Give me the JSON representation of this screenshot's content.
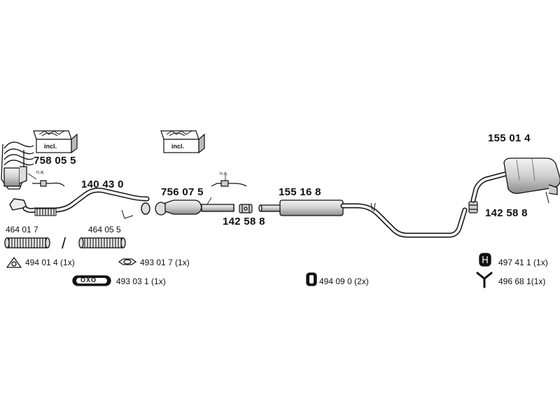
{
  "parts": {
    "manifold_kit": "758 05 5",
    "front_pipe": "140 43 0",
    "catalyst_kit": "756 07 5",
    "catalyst_clamp": "142 58 8",
    "middle_silencer": "155 16 8",
    "rear_silencer": "155 01 4",
    "rear_clamp": "142 58 8",
    "flex_pipe_a": "464 01 7",
    "flex_pipe_b": "464 05 5",
    "gasket_triangle": "494 01 4 (1x)",
    "gasket_oval": "493 01 7 (1x)",
    "gasket_ring": "493 03 1 (1x)",
    "rubber_mount_center": "494 09 0  (2x)",
    "rubber_mount_rear": "497 41 1 (1x)",
    "hanger_rear": "496 68 1(1x)"
  },
  "notes": {
    "incl_left": "incl.",
    "incl_right": "incl.",
    "na_left": "n.a.",
    "na_right": "n.a.",
    "separator": "/",
    "ring_text": "OXO"
  },
  "colors": {
    "line": "#111111",
    "fill": "#e6e6e6",
    "shade": "#b5b5b5"
  }
}
